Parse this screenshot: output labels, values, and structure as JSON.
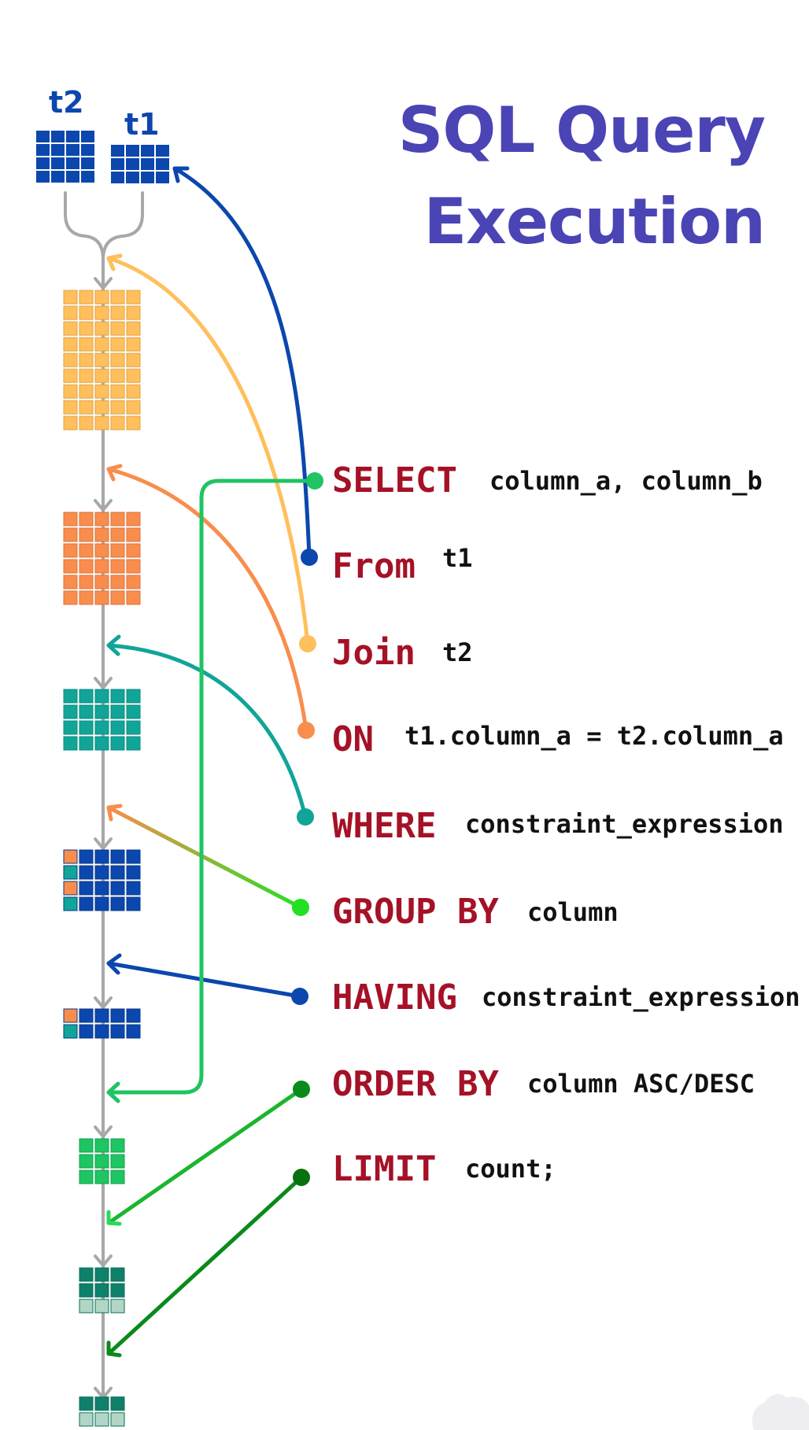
{
  "title": {
    "line1": "SQL Query",
    "line2": "Execution"
  },
  "tables": {
    "t2": "t2",
    "t1": "t1"
  },
  "clauses": [
    {
      "keyword": "SELECT",
      "argument": "column_a, column_b",
      "color": "#1fc463"
    },
    {
      "keyword": "From",
      "argument": "t1",
      "color": "#0b47ad"
    },
    {
      "keyword": "Join",
      "argument": "t2",
      "color": "#ffbf5c"
    },
    {
      "keyword": "ON",
      "argument": "t1.column_a = t2.column_a",
      "color": "#f98d4d"
    },
    {
      "keyword": "WHERE",
      "argument": "constraint_expression",
      "color": "#10a598"
    },
    {
      "keyword": "GROUP BY",
      "argument": "column",
      "color": "#24e023"
    },
    {
      "keyword": "HAVING",
      "argument": "constraint_expression",
      "color": "#0b47ad"
    },
    {
      "keyword": "ORDER BY",
      "argument": "column ASC/DESC",
      "color": "#0a8a1a"
    },
    {
      "keyword": "LIMIT",
      "argument": "count;",
      "color": "#08700f"
    }
  ],
  "colors": {
    "title": "#4a44b5",
    "keyword": "#a51126",
    "flow": "#a8a8a8",
    "table_blue": "#0b47ad",
    "join_yellow": "#ffbf5c",
    "on_orange": "#f98d4d",
    "where_teal": "#10a598",
    "select_green": "#1fc463",
    "order_dark_teal": "#0f8069",
    "limit_faded": "#b2d6c6"
  }
}
